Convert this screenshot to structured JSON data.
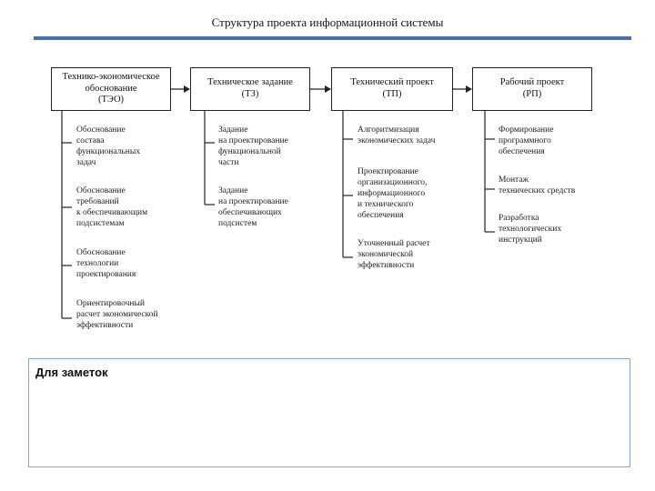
{
  "page": {
    "title": "Структура проекта информационной системы",
    "accent_color": "#4a6fa5",
    "notes_label": "Для заметок"
  },
  "stages": [
    {
      "name": "Технико-экономическое обоснование",
      "code": "(ТЭО)",
      "items": [
        "Обоснование\nсостава\nфункциональных\nзадач",
        "Обоснование\nтребований\nк обеспечивающим\nподсистемам",
        "Обоснование\nтехнологии\nпроектирования",
        "Ориентировочный\nрасчет экономической\nэффективности"
      ]
    },
    {
      "name": "Техническое задание",
      "code": "(ТЗ)",
      "items": [
        "Задание\nна проектирование\nфункциональной\nчасти",
        "Задание\nна проектирование\nобеспечивающих\nподсистем"
      ]
    },
    {
      "name": "Технический проект",
      "code": "(ТП)",
      "items": [
        "Алгоритмизация\nэкономических задач",
        "Проектирование\nорганизационного,\nинформационного\nи технического\nобеспечения",
        "Уточненный расчет\nэкономической\nэффективности"
      ]
    },
    {
      "name": "Рабочий проект",
      "code": "(РП)",
      "items": [
        "Формирование\nпрограммного\nобеспечения",
        "Монтаж\nтехнических средств",
        "Разработка\nтехнологических\nинструкций"
      ]
    }
  ]
}
